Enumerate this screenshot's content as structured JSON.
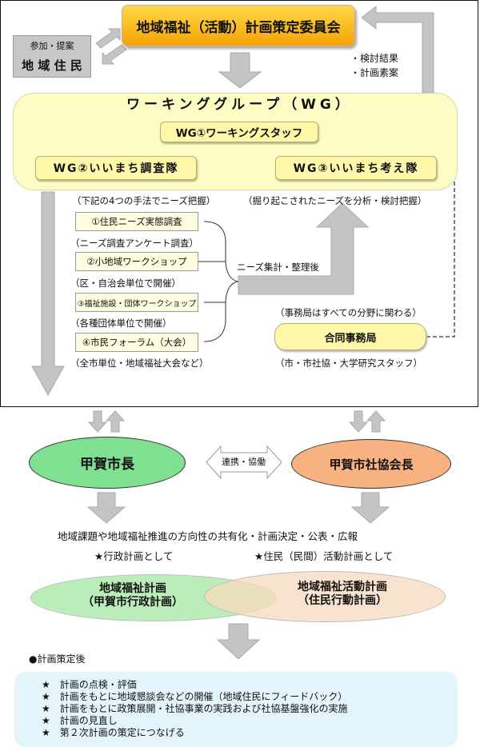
{
  "committee": {
    "title": "地域福祉（活動）計画策定委員会"
  },
  "resident": {
    "top_label": "参加・提案",
    "name": "地 域 住 民"
  },
  "review": {
    "line1": "・検討結果",
    "line2": "・計画素案"
  },
  "wg": {
    "title": "ワーキンググループ（WG）",
    "staff": "WG①ワーキングスタッフ",
    "survey_team": "WG②いいまち調査隊",
    "thinking_team": "WG③いいまち考え隊"
  },
  "methods": {
    "intro": "（下記の4つの手法でニーズ把握）",
    "analysis": "（掘り起こされたニーズを分析・検討把握）",
    "items": [
      {
        "label": "①住民ニーズ実態調査",
        "note": "（ニーズ調査アンケート調査）"
      },
      {
        "label": "②小地域ワークショップ",
        "note": "（区・自治会単位で開催）"
      },
      {
        "label": "③福祉施設・団体ワークショップ",
        "note": "（各種団体単位で開催）"
      },
      {
        "label": "④市民フォーラム（大会）",
        "note": "（全市単位・地域福祉大会など）"
      }
    ],
    "aggregate": "ニーズ集計・整理後"
  },
  "office": {
    "note_top": "（事務局はすべての分野に関わる）",
    "name": "合同事務局",
    "members": "（市・市社協・大学研究スタッフ）"
  },
  "leaders": {
    "mayor": "甲賀市長",
    "council": "甲賀市社協会長",
    "link": "連携・協働"
  },
  "decision": {
    "summary": "地域課題や地域福祉推進の方向性の共有化・計画決定・公表・広報",
    "admin_note": "★行政計画として",
    "resident_note": "★住民（民間）活動計画として"
  },
  "plans": {
    "admin_line1": "地域福祉計画",
    "admin_line2": "（甲賀市行政計画）",
    "activity_line1": "地域福祉活動計画",
    "activity_line2": "（住民行動計画）"
  },
  "after": {
    "heading": "●計画策定後",
    "items": [
      "★　計画の点検・評価",
      "★　計画をもとに地域懇談会などの開催（地域住民にフィードバック）",
      "★　計画をもとに政策展開・社協事業の実践および社協基盤強化の実施",
      "★　計画の見直し",
      "★　第２次計画の策定につなげる"
    ]
  },
  "colors": {
    "committee": "#f4a400",
    "wg_panel": "#fdfcc4",
    "wg_box": "#fff8a8",
    "mayor": "#80e092",
    "council": "#f8b282",
    "arrow": "#c4c4c4",
    "after_panel": "#e3f4fa"
  }
}
